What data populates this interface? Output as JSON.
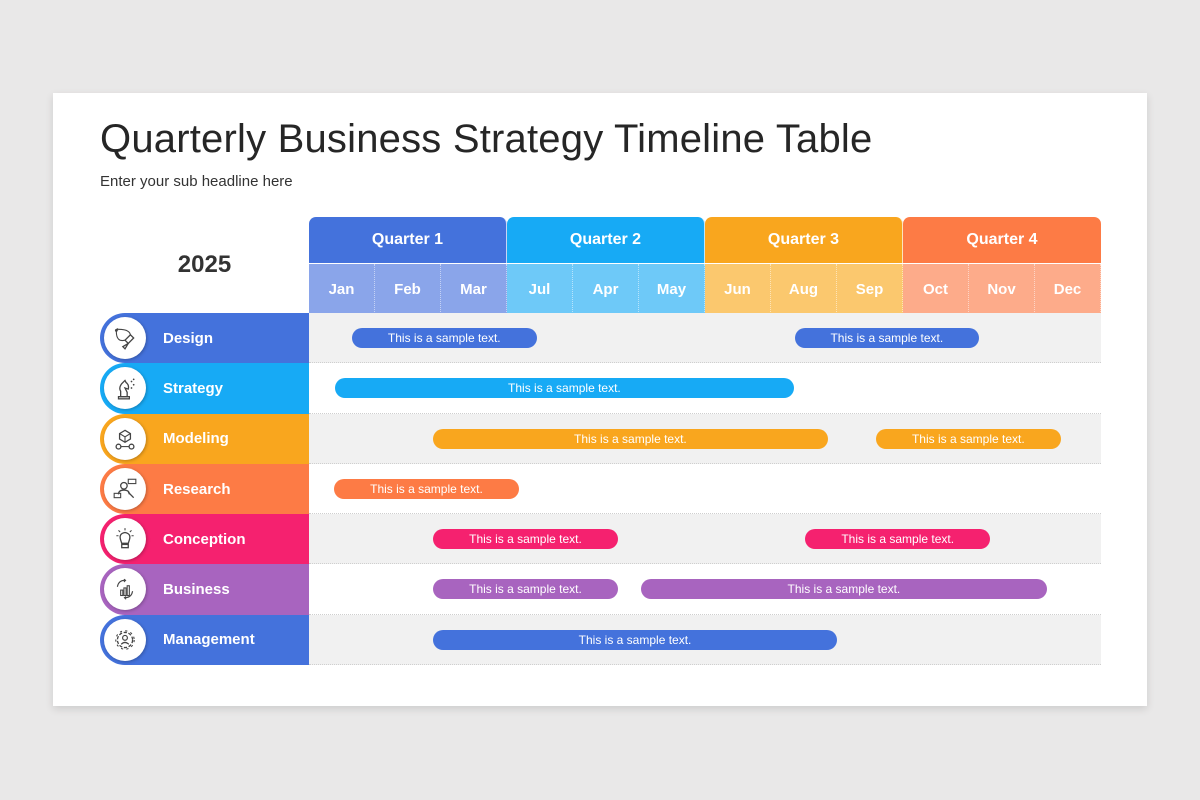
{
  "title": "Quarterly Business Strategy Timeline Table",
  "subtitle": "Enter your sub headline here",
  "year": "2025",
  "quarters": [
    {
      "label": "Quarter 1",
      "color": "#4472dc"
    },
    {
      "label": "Quarter 2",
      "color": "#17aaf5"
    },
    {
      "label": "Quarter 3",
      "color": "#f9a61e"
    },
    {
      "label": "Quarter 4",
      "color": "#fd7b45"
    }
  ],
  "months": [
    {
      "label": "Jan",
      "color": "#8aa5ea"
    },
    {
      "label": "Feb",
      "color": "#8aa5ea"
    },
    {
      "label": "Mar",
      "color": "#8aa5ea"
    },
    {
      "label": "Jul",
      "color": "#6ec9f8"
    },
    {
      "label": "Apr",
      "color": "#6ec9f8"
    },
    {
      "label": "May",
      "color": "#6ec9f8"
    },
    {
      "label": "Jun",
      "color": "#fbc86e"
    },
    {
      "label": "Aug",
      "color": "#fbc86e"
    },
    {
      "label": "Sep",
      "color": "#fbc86e"
    },
    {
      "label": "Oct",
      "color": "#fdab8a"
    },
    {
      "label": "Nov",
      "color": "#fdab8a"
    },
    {
      "label": "Dec",
      "color": "#fdab8a"
    }
  ],
  "rows": [
    {
      "label": "Design",
      "icon": "pen-tool-icon",
      "color": "#4472dc",
      "bars": [
        {
          "text": "This is a sample text.",
          "start": 0.65,
          "end": 3.45
        },
        {
          "text": "This is a sample text.",
          "start": 7.36,
          "end": 10.15
        }
      ]
    },
    {
      "label": "Strategy",
      "icon": "chess-knight-icon",
      "color": "#17aaf5",
      "bars": [
        {
          "text": "This is a sample text.",
          "start": 0.39,
          "end": 7.35
        }
      ]
    },
    {
      "label": "Modeling",
      "icon": "modeling-cube-icon",
      "color": "#f9a61e",
      "bars": [
        {
          "text": "This is a sample text.",
          "start": 1.88,
          "end": 7.86
        },
        {
          "text": "This is a sample text.",
          "start": 8.59,
          "end": 11.39
        }
      ]
    },
    {
      "label": "Research",
      "icon": "research-person-icon",
      "color": "#fd7b45",
      "bars": [
        {
          "text": "This is a sample text.",
          "start": 0.38,
          "end": 3.18
        }
      ]
    },
    {
      "label": "Conception",
      "icon": "lightbulb-icon",
      "color": "#f5216f",
      "bars": [
        {
          "text": "This is a sample text.",
          "start": 1.88,
          "end": 4.68
        },
        {
          "text": "This is a sample text.",
          "start": 7.52,
          "end": 10.32
        }
      ]
    },
    {
      "label": "Business",
      "icon": "business-chart-cycle-icon",
      "color": "#a864bf",
      "bars": [
        {
          "text": "This is a sample text.",
          "start": 1.88,
          "end": 4.68
        },
        {
          "text": "This is a sample text.",
          "start": 5.03,
          "end": 11.18
        }
      ]
    },
    {
      "label": "Management",
      "icon": "gear-person-icon",
      "color": "#4472dc",
      "bars": [
        {
          "text": "This is a sample text.",
          "start": 1.88,
          "end": 8.0
        }
      ]
    }
  ],
  "chart_data": {
    "type": "gantt",
    "title": "Quarterly Business Strategy Timeline Table",
    "subtitle": "Enter your sub headline here",
    "year": "2025",
    "categories": [
      "Jan",
      "Feb",
      "Mar",
      "Jul",
      "Apr",
      "May",
      "Jun",
      "Aug",
      "Sep",
      "Oct",
      "Nov",
      "Dec"
    ],
    "groups": [
      "Quarter 1",
      "Quarter 2",
      "Quarter 3",
      "Quarter 4"
    ],
    "series": [
      {
        "name": "Design",
        "tasks": [
          {
            "start": 0.65,
            "end": 3.45,
            "label": "This is a sample text."
          },
          {
            "start": 7.36,
            "end": 10.15,
            "label": "This is a sample text."
          }
        ]
      },
      {
        "name": "Strategy",
        "tasks": [
          {
            "start": 0.39,
            "end": 7.35,
            "label": "This is a sample text."
          }
        ]
      },
      {
        "name": "Modeling",
        "tasks": [
          {
            "start": 1.88,
            "end": 7.86,
            "label": "This is a sample text."
          },
          {
            "start": 8.59,
            "end": 11.39,
            "label": "This is a sample text."
          }
        ]
      },
      {
        "name": "Research",
        "tasks": [
          {
            "start": 0.38,
            "end": 3.18,
            "label": "This is a sample text."
          }
        ]
      },
      {
        "name": "Conception",
        "tasks": [
          {
            "start": 1.88,
            "end": 4.68,
            "label": "This is a sample text."
          },
          {
            "start": 7.52,
            "end": 10.32,
            "label": "This is a sample text."
          }
        ]
      },
      {
        "name": "Business",
        "tasks": [
          {
            "start": 1.88,
            "end": 4.68,
            "label": "This is a sample text."
          },
          {
            "start": 5.03,
            "end": 11.18,
            "label": "This is a sample text."
          }
        ]
      },
      {
        "name": "Management",
        "tasks": [
          {
            "start": 1.88,
            "end": 8.0,
            "label": "This is a sample text."
          }
        ]
      }
    ]
  }
}
